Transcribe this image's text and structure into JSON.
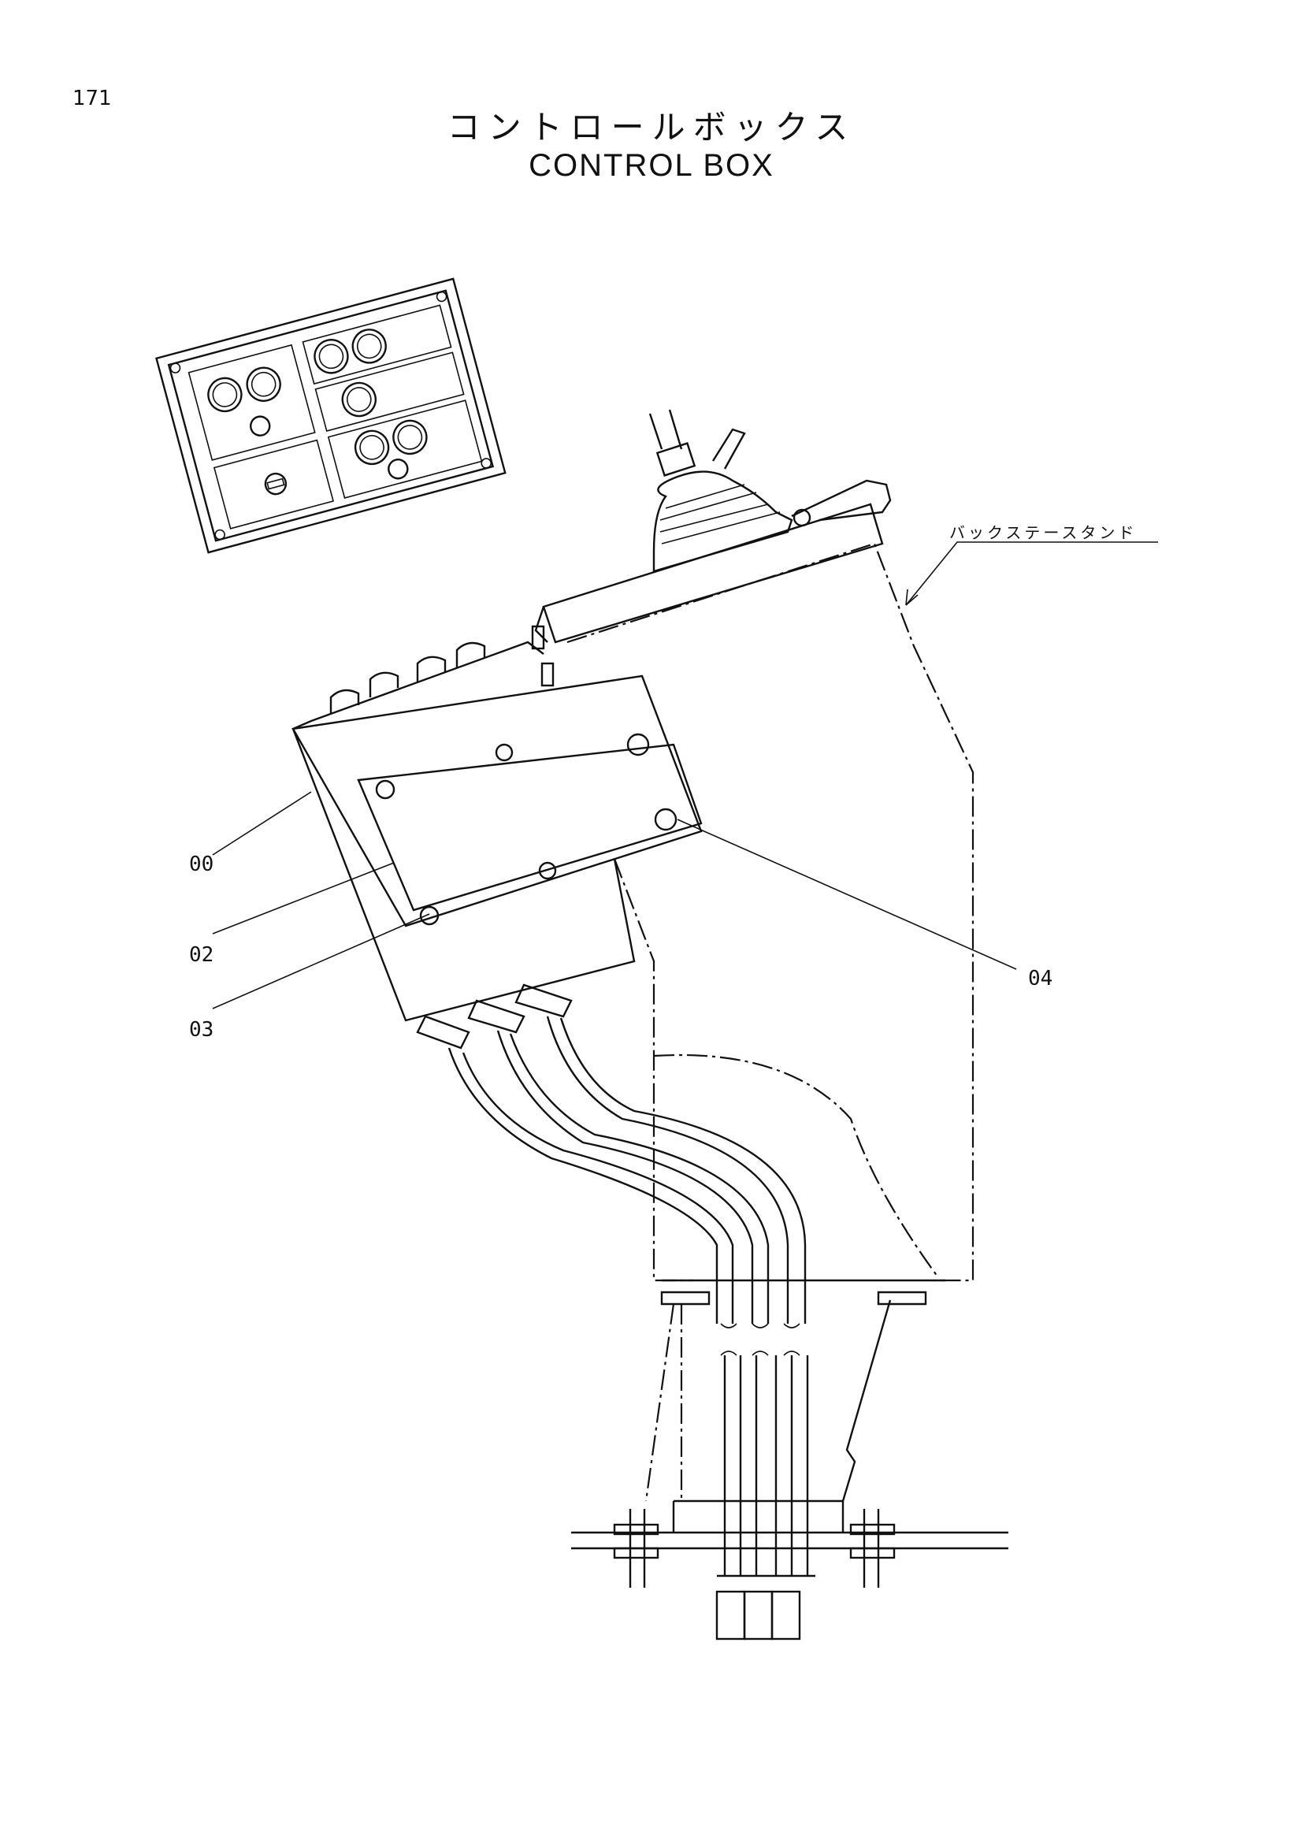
{
  "page": {
    "number": "171"
  },
  "title": {
    "japanese": "コントロールボックス",
    "english": "CONTROL BOX"
  },
  "callouts": [
    {
      "id": "00",
      "label": "00"
    },
    {
      "id": "02",
      "label": "02"
    },
    {
      "id": "03",
      "label": "03"
    },
    {
      "id": "04",
      "label": "04"
    }
  ],
  "annotations": {
    "back_stay_stand": "バックステースタンド"
  }
}
